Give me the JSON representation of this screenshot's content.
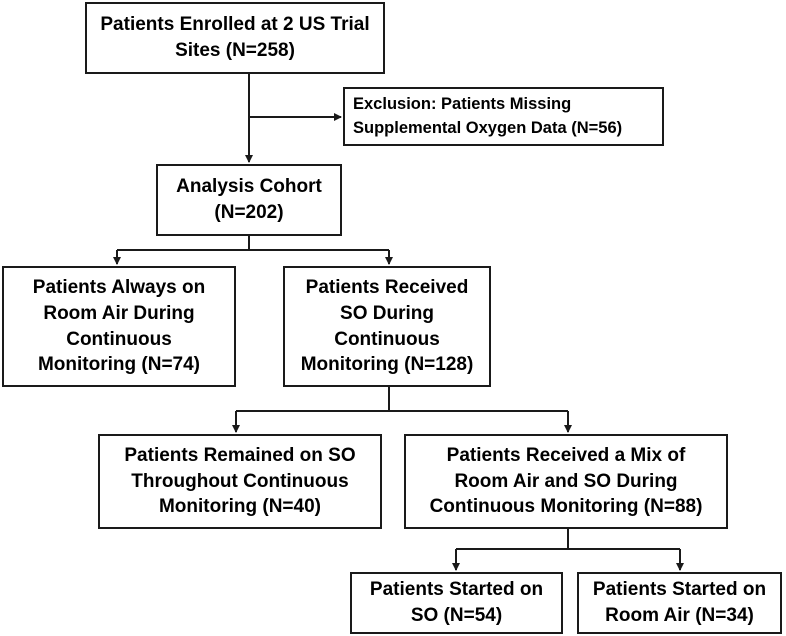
{
  "boxes": {
    "enrolled": {
      "lines": [
        "Patients Enrolled at 2 US Trial",
        "Sites (N=258)"
      ]
    },
    "exclusion": {
      "label": "Exclusion:",
      "lines": [
        " Patients Missing",
        "Supplemental Oxygen Data (N=56)"
      ]
    },
    "cohort": {
      "lines": [
        "Analysis Cohort",
        "(N=202)"
      ]
    },
    "room_air": {
      "lines": [
        "Patients Always on",
        "Room Air During",
        "Continuous",
        "Monitoring (N=74)"
      ]
    },
    "received_so": {
      "lines": [
        "Patients Received",
        "SO During",
        "Continuous",
        "Monitoring (N=128)"
      ]
    },
    "remained_so": {
      "lines": [
        "Patients Remained on SO",
        "Throughout Continuous",
        "Monitoring (N=40)"
      ]
    },
    "mix": {
      "lines": [
        "Patients Received a Mix of",
        "Room Air and SO During",
        "Continuous Monitoring (N=88)"
      ]
    },
    "started_so": {
      "lines": [
        "Patients Started on",
        "SO (N=54)"
      ]
    },
    "started_room_air": {
      "lines": [
        "Patients Started on",
        "Room Air (N=34)"
      ]
    }
  },
  "colors": {
    "line": "#1a1a1a",
    "background": "#ffffff"
  }
}
